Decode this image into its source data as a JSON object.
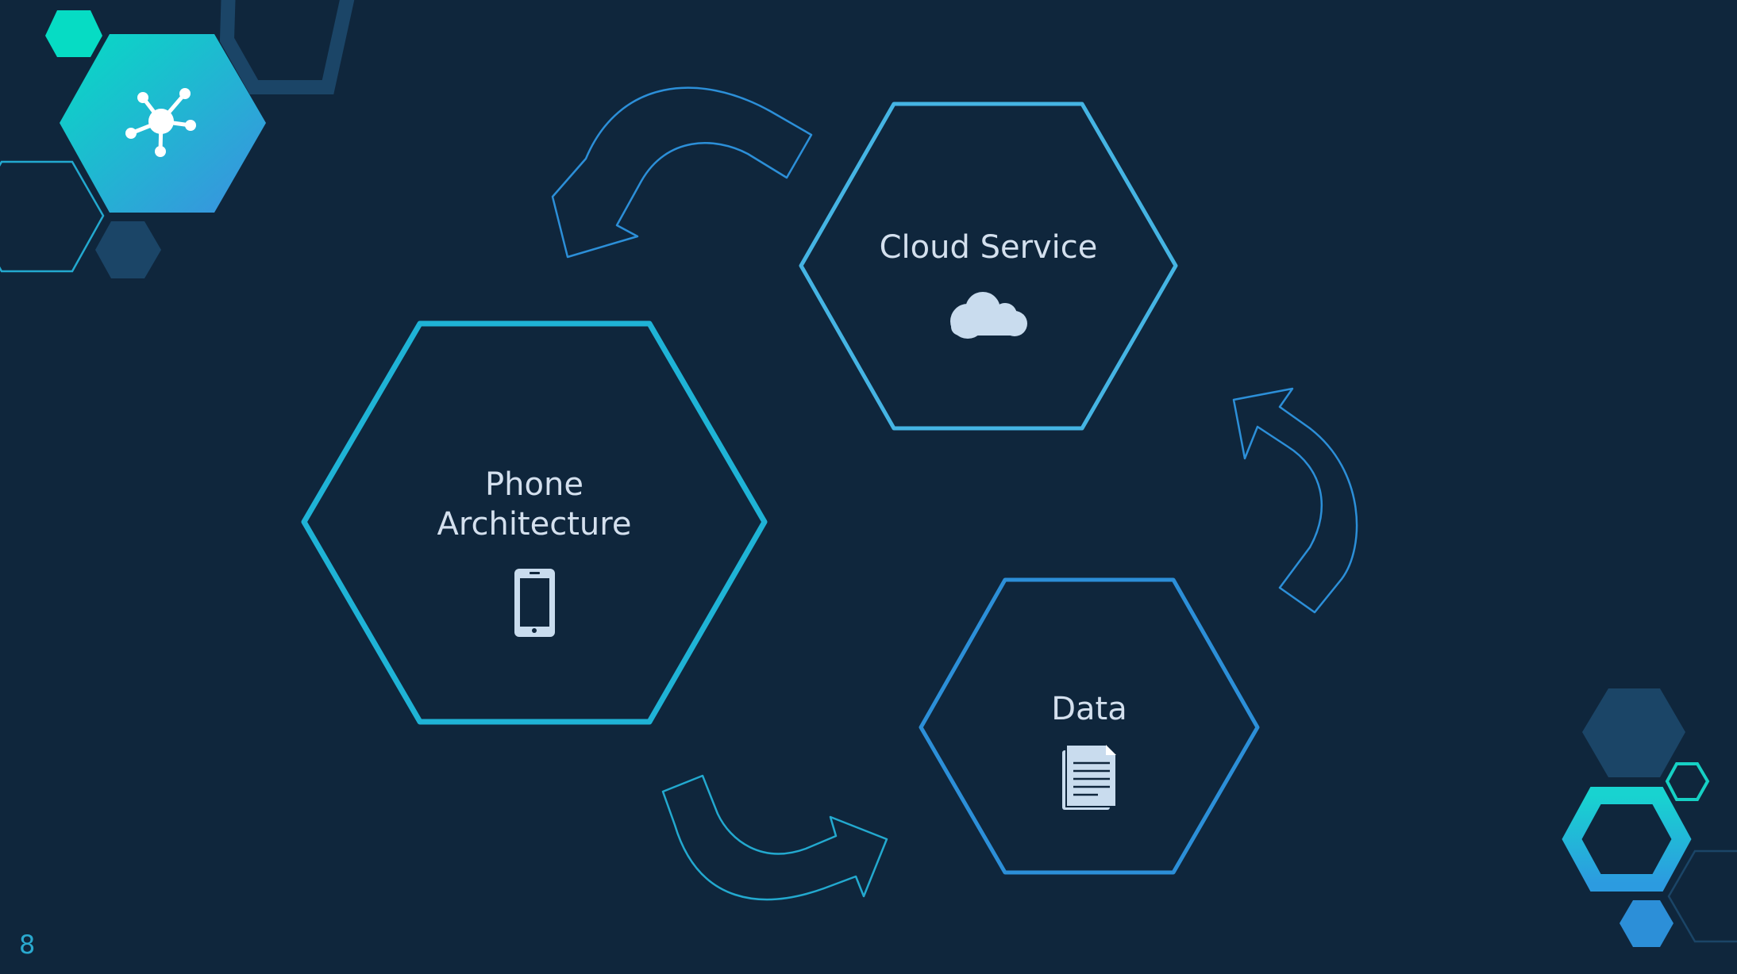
{
  "slide": {
    "page_number": "8",
    "background_color": "#0f263c"
  },
  "nodes": [
    {
      "id": "phone",
      "lines": [
        "Phone",
        "Architecture"
      ],
      "icon": "phone-icon",
      "color": "#1fb3d6"
    },
    {
      "id": "cloud",
      "lines": [
        "Cloud Service"
      ],
      "icon": "cloud-icon",
      "color": "#45b4e3"
    },
    {
      "id": "data",
      "lines": [
        "Data"
      ],
      "icon": "document-icon",
      "color": "#2c8fd8"
    }
  ],
  "flow": [
    {
      "from": "phone",
      "to": "data",
      "icon": "curved-arrow-icon"
    },
    {
      "from": "data",
      "to": "cloud",
      "icon": "curved-arrow-icon"
    },
    {
      "from": "cloud",
      "to": "phone",
      "icon": "curved-arrow-icon"
    }
  ],
  "badge": {
    "icon": "network-hub-icon"
  },
  "colors": {
    "teal": "#06dcc4",
    "cyan": "#1fb3d6",
    "blue": "#2c8fd8",
    "navy_accent": "#1b4567",
    "icon_fill": "#c9dcee"
  }
}
